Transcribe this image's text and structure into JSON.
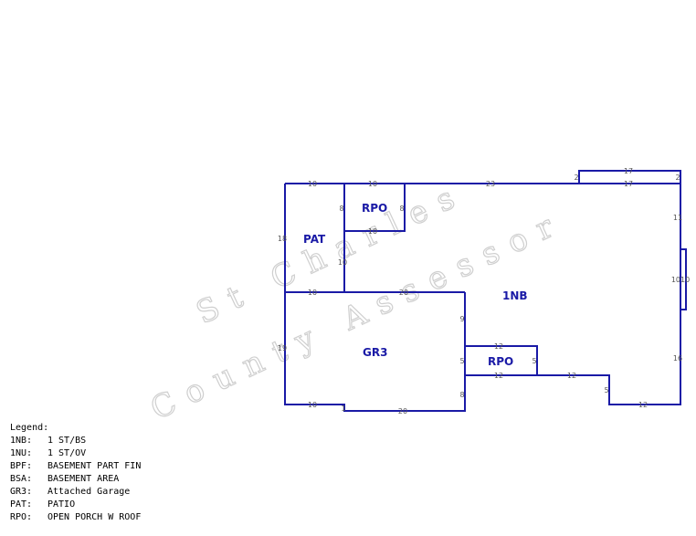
{
  "watermark": {
    "line1": "St Charles",
    "line2": "County Assessor",
    "color": "#cfcfcf"
  },
  "colors": {
    "outline": "#1a1aa6",
    "label": "#1a1aa6",
    "dimension": "#555555"
  },
  "areas": [
    {
      "id": "pat",
      "label": "PAT"
    },
    {
      "id": "rpo-top",
      "label": "RPO"
    },
    {
      "id": "1nb",
      "label": "1NB"
    },
    {
      "id": "gr3",
      "label": "GR3"
    },
    {
      "id": "rpo-right",
      "label": "RPO"
    }
  ],
  "dimensions": {
    "top_10_a": "10",
    "top_10_b": "10",
    "top_23": "23",
    "top_2_a": "2",
    "top_17_a": "17",
    "top_17_b": "17",
    "top_2_b": "2",
    "right_11": "11",
    "right_1010": "1010",
    "right_16": "16",
    "bottom_12_right": "12",
    "step_5": "5",
    "mid_12": "12",
    "rpo_12_top": "12",
    "rpo_12_bot": "12",
    "rpo_5_l": "5",
    "rpo_5_r": "5",
    "left_18": "18",
    "left_19": "19",
    "pat_8": "8",
    "rpo_8": "8",
    "rpo_10_bot": "10",
    "pat_10_v": "10",
    "mid_10": "10",
    "mid_20": "20",
    "gr3_9": "9",
    "gr3_8": "8",
    "bot_10": "10",
    "bot_1": "1",
    "bot_20": "20"
  },
  "legend": {
    "title": "Legend:",
    "items": [
      {
        "code": "1NB:",
        "desc": "1 ST/BS"
      },
      {
        "code": "1NU:",
        "desc": "1 ST/OV"
      },
      {
        "code": "BPF:",
        "desc": "BASEMENT PART FIN"
      },
      {
        "code": "BSA:",
        "desc": "BASEMENT AREA"
      },
      {
        "code": "GR3:",
        "desc": "Attached Garage"
      },
      {
        "code": "PAT:",
        "desc": "PATIO"
      },
      {
        "code": "RPO:",
        "desc": "OPEN PORCH W ROOF"
      }
    ]
  }
}
